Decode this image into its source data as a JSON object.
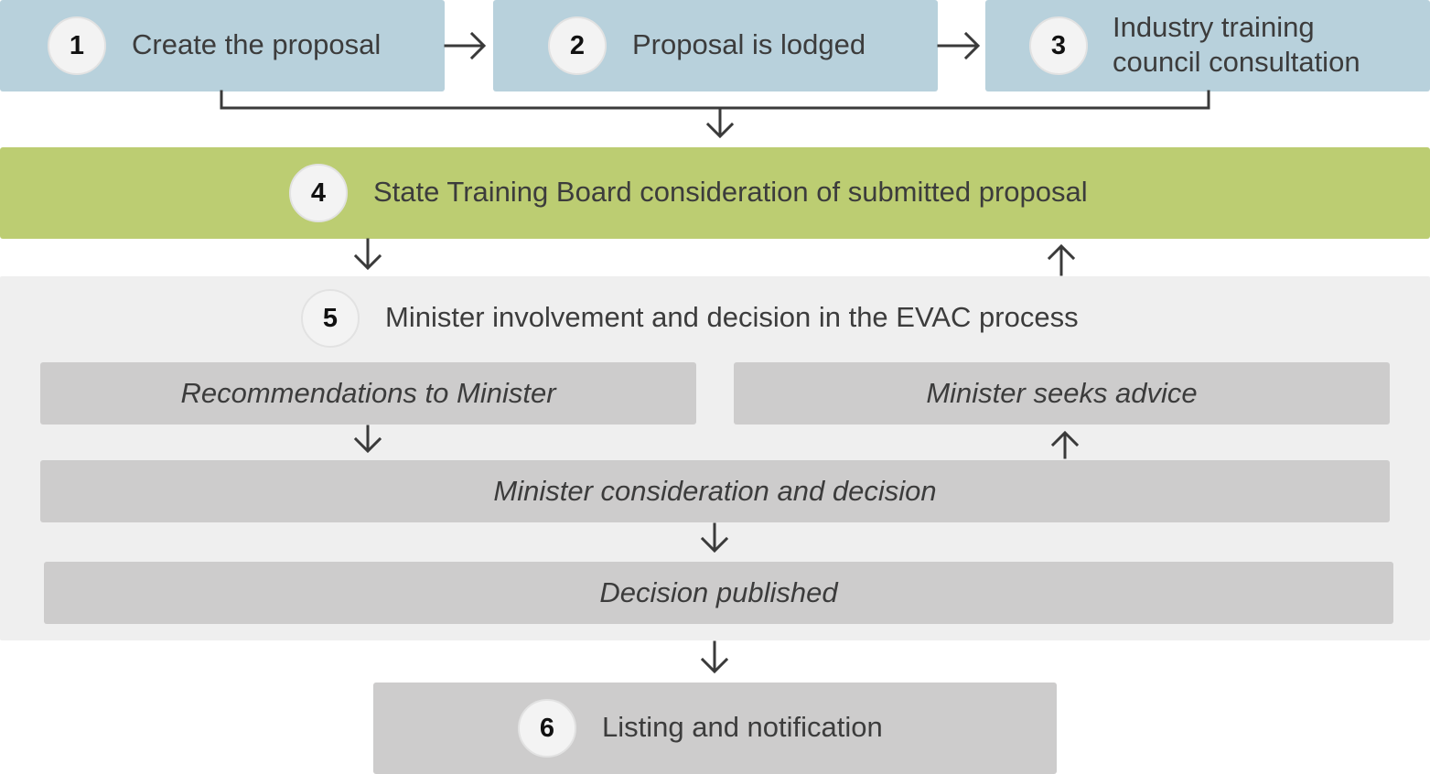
{
  "steps": [
    {
      "number": "1",
      "label": "Create the proposal"
    },
    {
      "number": "2",
      "label": "Proposal is lodged"
    },
    {
      "number": "3",
      "label_line1": "Industry training",
      "label_line2": "council consultation"
    },
    {
      "number": "4",
      "label": "State Training Board consideration of submitted proposal"
    },
    {
      "number": "5",
      "label": "Minister involvement and decision in the EVAC process"
    },
    {
      "number": "6",
      "label": "Listing and notification"
    }
  ],
  "substeps": {
    "recommendations": "Recommendations to Minister",
    "seeks_advice": "Minister seeks advice",
    "consideration": "Minister consideration and decision",
    "published": "Decision published"
  },
  "colors": {
    "top_boxes": "#b8d1dc",
    "step4_box": "#bccd72",
    "panel": "#efefef",
    "sub_boxes": "#cdcccc"
  }
}
